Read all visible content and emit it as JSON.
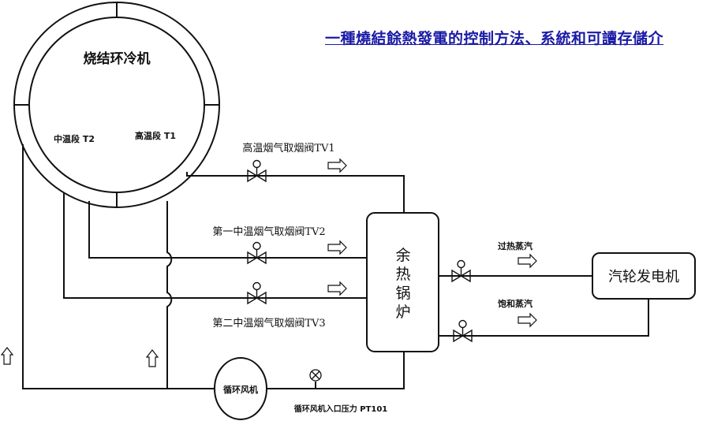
{
  "title": "一種燒結餘熱發電的控制方法、系統和可讀存儲介",
  "cooler": {
    "label": "烧结环冷机",
    "mid_section": "中温段 T2",
    "high_section": "高温段 T1"
  },
  "valves": {
    "tv1": "高温烟气取烟阀TV1",
    "tv2": "第一中温烟气取烟阀TV2",
    "tv3": "第二中温烟气取烟阀TV3"
  },
  "boiler": {
    "chars": [
      "余",
      "热",
      "锅",
      "炉"
    ]
  },
  "turbine": "汽轮发电机",
  "superheated": "过热蒸汽",
  "saturated": "饱和蒸汽",
  "fan": "循环风机",
  "pressure": "循环风机入口压力 PT101"
}
